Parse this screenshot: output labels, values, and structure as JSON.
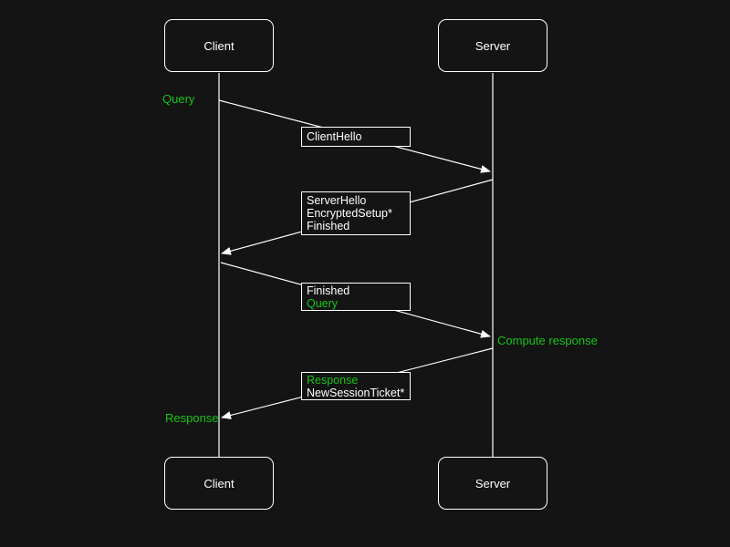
{
  "colors": {
    "background": "#141414",
    "line": "#ffffff",
    "text": "#ffffff",
    "green": "#14c414"
  },
  "actors": {
    "client": "Client",
    "server": "Server"
  },
  "annotations": {
    "query": "Query",
    "compute_response": "Compute response",
    "response": "Response"
  },
  "messages": [
    {
      "name": "client-hello",
      "from": "Client",
      "to": "Server",
      "lines": [
        {
          "text": "ClientHello",
          "color": "white"
        }
      ]
    },
    {
      "name": "server-hello",
      "from": "Server",
      "to": "Client",
      "lines": [
        {
          "text": "ServerHello",
          "color": "white"
        },
        {
          "text": "EncryptedSetup*",
          "color": "white"
        },
        {
          "text": "Finished",
          "color": "white"
        }
      ]
    },
    {
      "name": "finished-query",
      "from": "Client",
      "to": "Server",
      "lines": [
        {
          "text": "Finished",
          "color": "white"
        },
        {
          "text": "Query",
          "color": "green"
        }
      ]
    },
    {
      "name": "response-ticket",
      "from": "Server",
      "to": "Client",
      "lines": [
        {
          "text": "Response",
          "color": "green"
        },
        {
          "text": "NewSessionTicket*",
          "color": "white"
        }
      ]
    }
  ]
}
